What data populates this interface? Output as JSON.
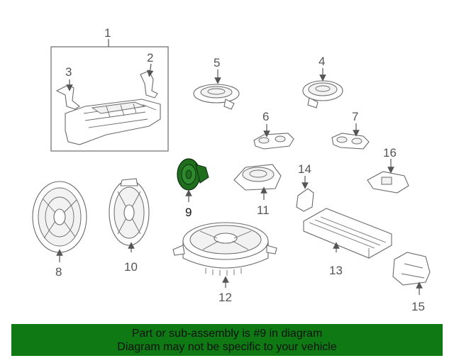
{
  "parts": [
    {
      "id": "1",
      "label": "1"
    },
    {
      "id": "2",
      "label": "2"
    },
    {
      "id": "3",
      "label": "3"
    },
    {
      "id": "4",
      "label": "4"
    },
    {
      "id": "5",
      "label": "5"
    },
    {
      "id": "6",
      "label": "6"
    },
    {
      "id": "7",
      "label": "7"
    },
    {
      "id": "8",
      "label": "8"
    },
    {
      "id": "9",
      "label": "9",
      "highlighted": true
    },
    {
      "id": "10",
      "label": "10"
    },
    {
      "id": "11",
      "label": "11"
    },
    {
      "id": "12",
      "label": "12"
    },
    {
      "id": "13",
      "label": "13"
    },
    {
      "id": "14",
      "label": "14"
    },
    {
      "id": "15",
      "label": "15"
    },
    {
      "id": "16",
      "label": "16"
    }
  ],
  "banner": {
    "line1": "Part or sub-assembly is #9 in diagram",
    "line2": "Diagram may not be specific to your vehicle"
  },
  "colors": {
    "banner_bg": "#0f7a14",
    "highlight_part": "#1e6e1e",
    "line": "#6a6a6a"
  }
}
